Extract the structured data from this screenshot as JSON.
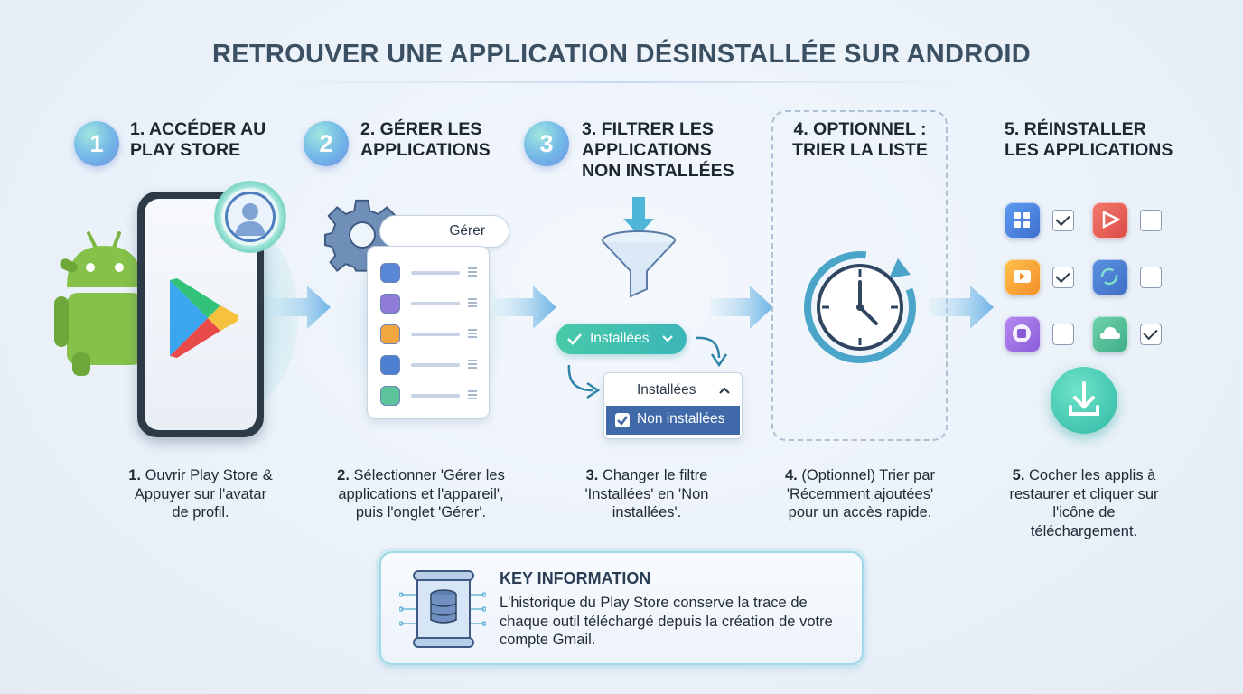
{
  "title": "RETROUVER UNE APPLICATION DÉSINSTALLÉE SUR ANDROID",
  "steps": [
    {
      "num": "1",
      "title": "1. ACCÉDER AU\nPLAY STORE",
      "desc_num": "1.",
      "desc": "Ouvrir Play Store &\nAppuyer sur l'avatar\nde profil."
    },
    {
      "num": "2",
      "title": "2. GÉRER LES\nAPPLICATIONS",
      "desc_num": "2.",
      "desc": "Sélectionner 'Gérer les\napplications et l'appareil',\npuis l'onglet 'Gérer'."
    },
    {
      "num": "3",
      "title": "3. FILTRER LES\nAPPLICATIONS\nNON INSTALLÉES",
      "desc_num": "3.",
      "desc": "Changer le filtre\n'Installées' en 'Non\ninstallées'."
    },
    {
      "title": "4. OPTIONNEL :\nTRIER LA LISTE",
      "desc_num": "4.",
      "desc": "(Optionnel) Trier par\n'Récemment ajoutées'\npour un accès rapide."
    },
    {
      "title": "5. RÉINSTALLER\nLES APPLICATIONS",
      "desc_num": "5.",
      "desc": "Cocher les applis à\nrestaurer et cliquer sur\nl'icône de\ntéléchargement."
    }
  ],
  "manage": {
    "tab_label": "Gérer"
  },
  "filter": {
    "pill_label": "Installées",
    "dropdown_head": "Installées",
    "dropdown_selected": "Non installées"
  },
  "reinstall": {
    "apps": [
      {
        "icon": "grid-app-icon",
        "checked": true
      },
      {
        "icon": "play-app-icon",
        "checked": false
      },
      {
        "icon": "video-app-icon",
        "checked": true
      },
      {
        "icon": "sync-app-icon",
        "checked": false
      },
      {
        "icon": "square-app-icon",
        "checked": false
      },
      {
        "icon": "cloud-app-icon",
        "checked": true
      }
    ]
  },
  "key_info": {
    "title": "KEY INFORMATION",
    "text": "L'historique du Play Store conserve la trace de chaque outil téléchargé depuis la création de votre compte Gmail."
  },
  "colors": {
    "accent_teal": "#3cb6b8",
    "accent_blue": "#3f69a8",
    "title": "#3c5064"
  }
}
